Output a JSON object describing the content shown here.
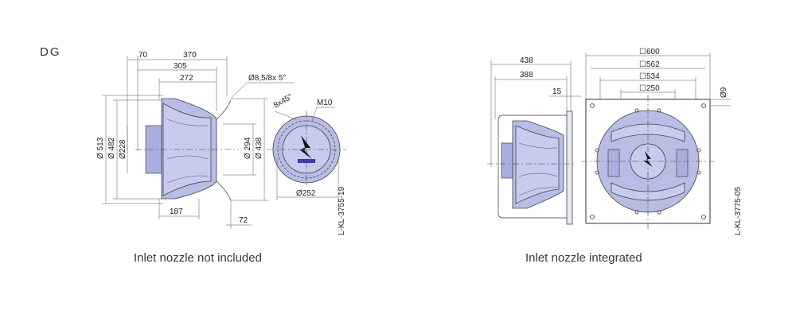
{
  "series_code": "DG",
  "left_drawing": {
    "caption": "Inlet nozzle not included",
    "drawing_id": "L-KL-3755-19",
    "dims": {
      "d70": "70",
      "d370": "370",
      "d305": "305",
      "d272": "272",
      "hole": "Ø8,5/8x 5°",
      "chamfer": "8x45°",
      "m10": "M10",
      "d513": "Ø 513",
      "d482": "Ø 482",
      "d228": "Ø228",
      "d294": "Ø 294",
      "d438": "Ø 438",
      "d187": "187",
      "d72": "72",
      "d252": "Ø252"
    }
  },
  "right_drawing": {
    "caption": "Inlet nozzle integrated",
    "drawing_id": "L-KL-3775-05",
    "dims": {
      "d438": "438",
      "d388": "388",
      "d15": "15",
      "sq600": "☐600",
      "sq562": "☐562",
      "sq534": "☐534",
      "sq250": "☐250",
      "d9": "Ø9"
    }
  },
  "colors": {
    "housing": "#b8bde6",
    "line": "#333333"
  }
}
